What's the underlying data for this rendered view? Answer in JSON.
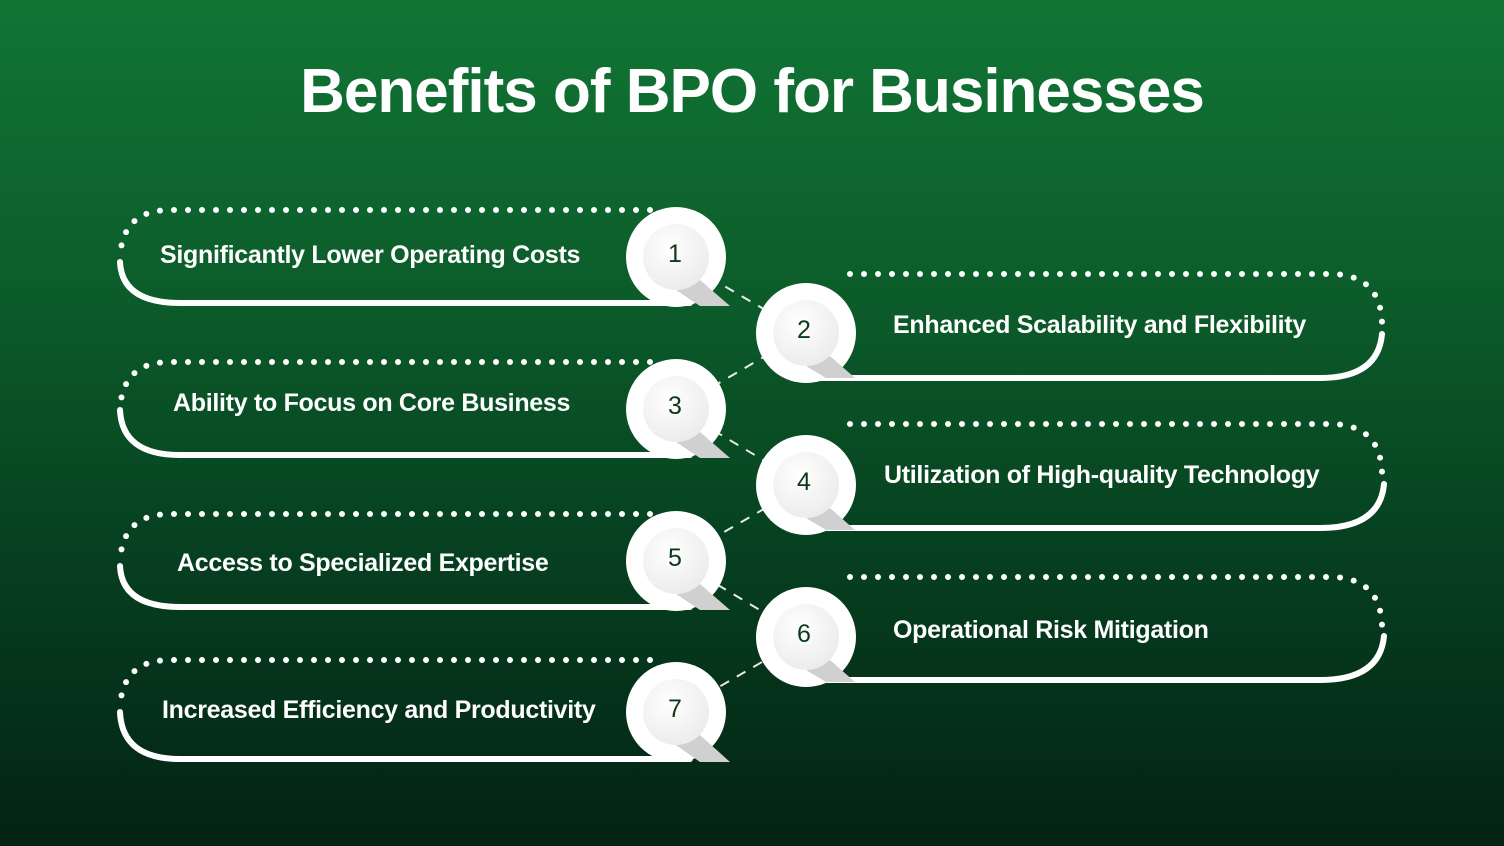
{
  "title": "Benefits of BPO for Businesses",
  "colors": {
    "background_top": "#117535",
    "background_bottom": "#032313",
    "text": "#ffffff",
    "number_text": "#0b3a1a",
    "circle": "#ffffff",
    "circle_inner": "#f2f2f2",
    "shadow": "#d0d0d0"
  },
  "benefits": [
    {
      "number": "1",
      "label": "Significantly Lower Operating Costs",
      "side": "left"
    },
    {
      "number": "2",
      "label": "Enhanced Scalability and Flexibility",
      "side": "right"
    },
    {
      "number": "3",
      "label": "Ability to Focus on Core Business",
      "side": "left"
    },
    {
      "number": "4",
      "label": "Utilization of High-quality Technology",
      "side": "right"
    },
    {
      "number": "5",
      "label": "Access to Specialized Expertise",
      "side": "left"
    },
    {
      "number": "6",
      "label": "Operational Risk Mitigation",
      "side": "right"
    },
    {
      "number": "7",
      "label": "Increased Efficiency and Productivity",
      "side": "left"
    }
  ]
}
